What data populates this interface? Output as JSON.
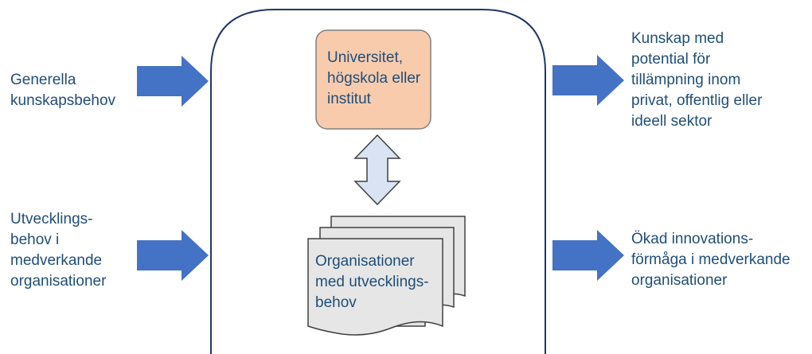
{
  "inputs": {
    "general": "Generella\nkunskapsbehov",
    "development": "Utvecklings-\nbehov i\nmedverkande\norganisationer"
  },
  "center": {
    "university": "Universitet,\nhögskola eller\ninstitut",
    "organizations": "Organisationer\nmed utvecklings-\nbehov"
  },
  "outputs": {
    "knowledge": "Kunskap med\npotential för\ntillämpning inom\nprivat, offentlig eller\nideell sektor",
    "innovation": "Ökad innovations-\nförmåga i medverkande\norganisationer"
  },
  "colors": {
    "arrow": "#4472c4",
    "container_border": "#1f3864",
    "university_fill": "#f8cbad",
    "university_border": "#7f7f7f",
    "doc_fill": "#e6e6e6",
    "doc_border": "#404040",
    "double_arrow_fill": "#dae3f3",
    "double_arrow_border": "#404040",
    "text": "#1f4e79"
  }
}
